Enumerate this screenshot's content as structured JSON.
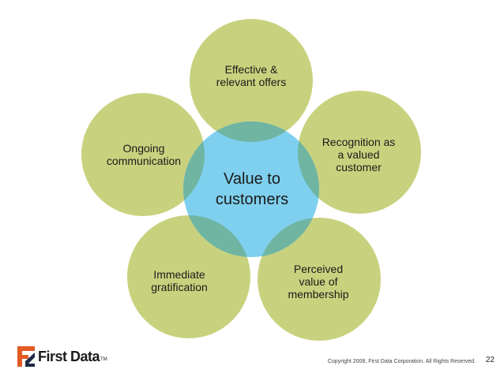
{
  "diagram": {
    "center": {
      "label": "Value to\ncustomers"
    },
    "petals": [
      {
        "id": "top",
        "label": "Effective &\nrelevant offers"
      },
      {
        "id": "right",
        "label": "Recognition as\na valued\ncustomer"
      },
      {
        "id": "bottom_right",
        "label": "Perceived\nvalue of\nmembership"
      },
      {
        "id": "bottom_left",
        "label": "Immediate\ngratification"
      },
      {
        "id": "left",
        "label": "Ongoing\ncommunication"
      }
    ],
    "colors": {
      "petal_fill": "#c8d27e",
      "center_fill": "#7fd0ef",
      "overlap_fill": "#6fb5a2"
    }
  },
  "footer": {
    "logo_text": "First Data",
    "logo_tm": "TM",
    "copyright": "Copyright 2008, First Data Corporation. All Rights Reserved.",
    "page_number": "22",
    "logo_colors": {
      "primary": "#e35b24",
      "secondary": "#1f2a44"
    }
  }
}
